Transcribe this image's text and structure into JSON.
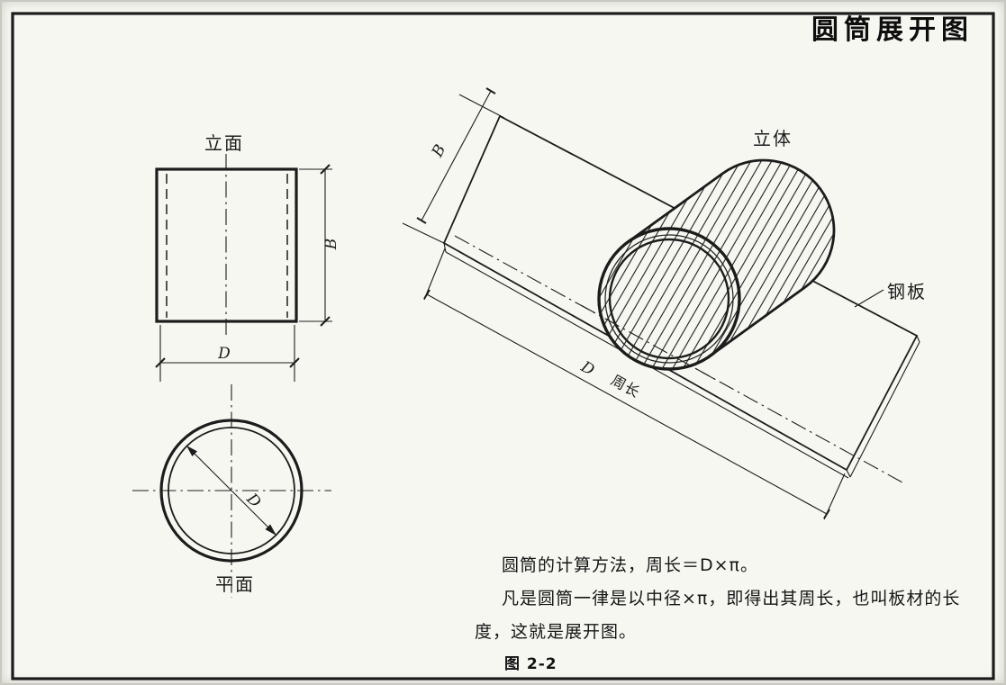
{
  "page": {
    "title": "圆筒展开图",
    "figure_caption": "图 2-2",
    "ink_color": "#1c1c1c",
    "paper_color": "#f7f7f2"
  },
  "elevation_view": {
    "label": "立面",
    "height_dim": "B",
    "width_dim": "D"
  },
  "plan_view": {
    "label": "平面",
    "diameter_dim": "D"
  },
  "iso_view": {
    "label": "立体",
    "plate_label": "钢板",
    "plate_width_dim": "B",
    "plate_length_dim_letter": "D",
    "plate_length_dim_word": "周长"
  },
  "notes": {
    "line1": "圆筒的计算方法，周长＝D×π。",
    "line2": "凡是圆筒一律是以中径×π，即得出其周长，也叫板材的长",
    "line3": "度，这就是展开图。"
  }
}
